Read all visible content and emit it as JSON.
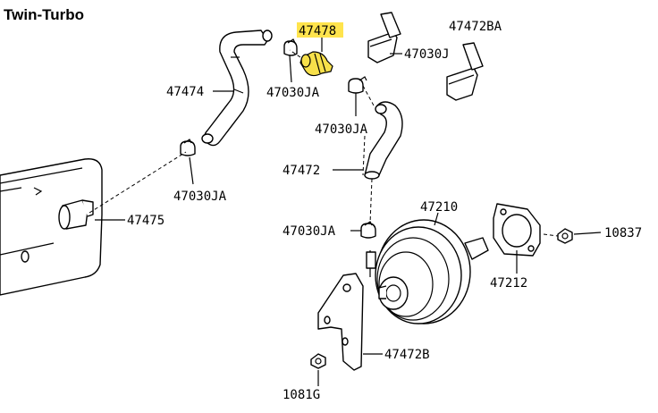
{
  "title": "Twin-Turbo",
  "highlight_color": "#ffe44d",
  "labels": {
    "p47478": "47478",
    "p47472BA": "47472BA",
    "p47030J": "47030J",
    "p47474": "47474",
    "p47030JA_top": "47030JA",
    "p47030JA_mid": "47030JA",
    "p47472": "47472",
    "p47030JA_left": "47030JA",
    "p47475": "47475",
    "p47210": "47210",
    "p47030JA_low": "47030JA",
    "p10837": "10837",
    "p47212": "47212",
    "p47472B": "47472B",
    "p1081G": "1081G"
  }
}
